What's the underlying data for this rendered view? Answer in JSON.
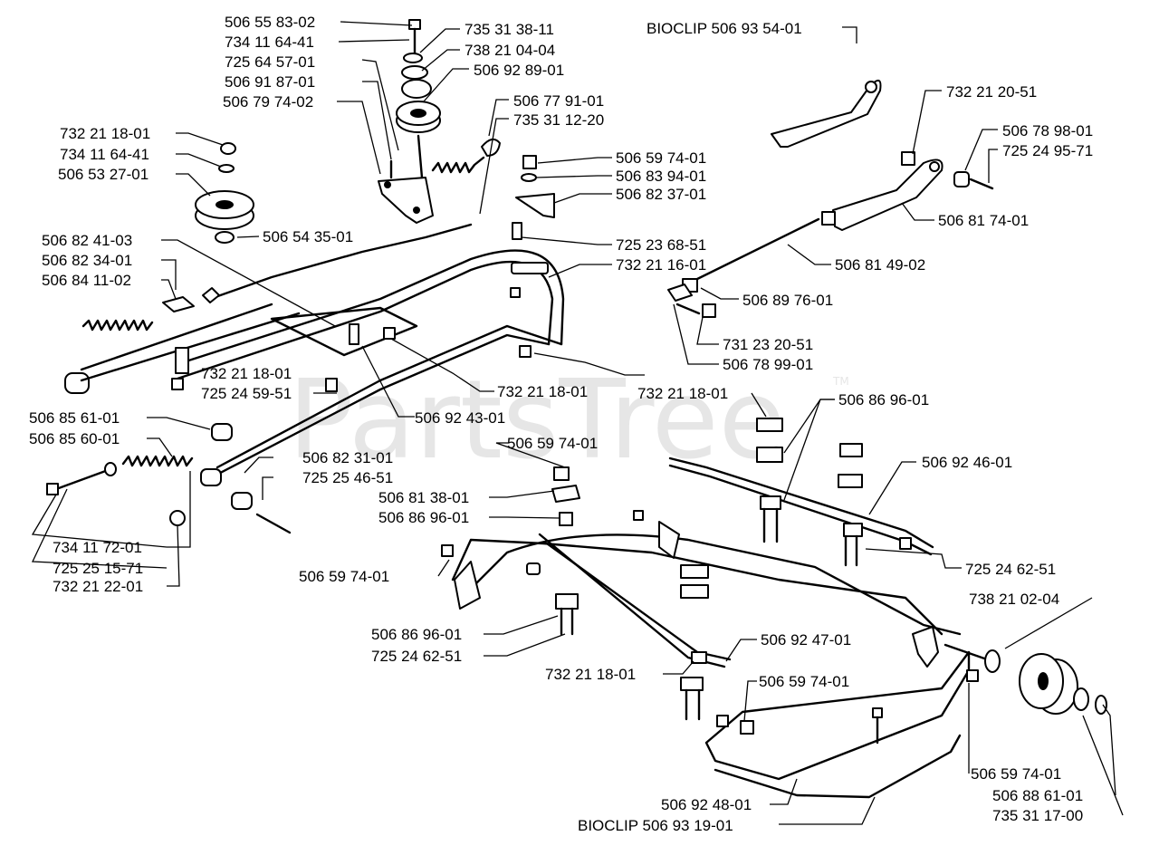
{
  "watermark": {
    "text": "PartsTree",
    "trademark": "TM"
  },
  "labels": {
    "l1": "506 55 83-02",
    "l2": "734 11 64-41",
    "l3": "725 64 57-01",
    "l4": "506 91 87-01",
    "l5": "506 79 74-02",
    "l6": "735 31 38-11",
    "l7": "738 21 04-04",
    "l8": "506 92 89-01",
    "l9": "BIOCLIP 506 93 54-01",
    "l10": "732 21 20-51",
    "l11": "506 78 98-01",
    "l12": "725 24 95-71",
    "l13": "506 77 91-01",
    "l14": "735 31 12-20",
    "l15": "506 59 74-01",
    "l16": "506 83 94-01",
    "l17": "506 82 37-01",
    "l18": "732 21 18-01",
    "l19": "734 11 64-41",
    "l20": "506 53 27-01",
    "l21": "506 54 35-01",
    "l22": "725 23 68-51",
    "l23": "732 21 16-01",
    "l24": "506 81 74-01",
    "l25": "506 81 49-02",
    "l26": "506 82 41-03",
    "l27": "506 82 34-01",
    "l28": "506 84 11-02",
    "l29": "506 89 76-01",
    "l30": "731 23 20-51",
    "l31": "506 78 99-01",
    "l32": "732 21 18-01",
    "l33": "725 24 59-51",
    "l34": "732 21 18-01",
    "l35": "506 92 43-01",
    "l36": "732 21 18-01",
    "l37": "506 86 96-01",
    "l38": "506 85 61-01",
    "l39": "506 85 60-01",
    "l40": "506 59 74-01",
    "l41": "506 92 46-01",
    "l42": "506 82 31-01",
    "l43": "725 25 46-51",
    "l44": "506 81 38-01",
    "l45": "506 86 96-01",
    "l46": "734 11 72-01",
    "l47": "725 25 15-71",
    "l48": "732 21 22-01",
    "l49": "506 59 74-01",
    "l50": "725 24 62-51",
    "l51": "738 21 02-04",
    "l52": "506 86 96-01",
    "l53": "725 24 62-51",
    "l54": "506 92 47-01",
    "l55": "732 21 18-01",
    "l56": "506 59 74-01",
    "l57": "506 59 74-01",
    "l58": "506 88 61-01",
    "l59": "735 31 17-00",
    "l60": "506 92 48-01",
    "l61": "BIOCLIP 506 93 19-01"
  }
}
